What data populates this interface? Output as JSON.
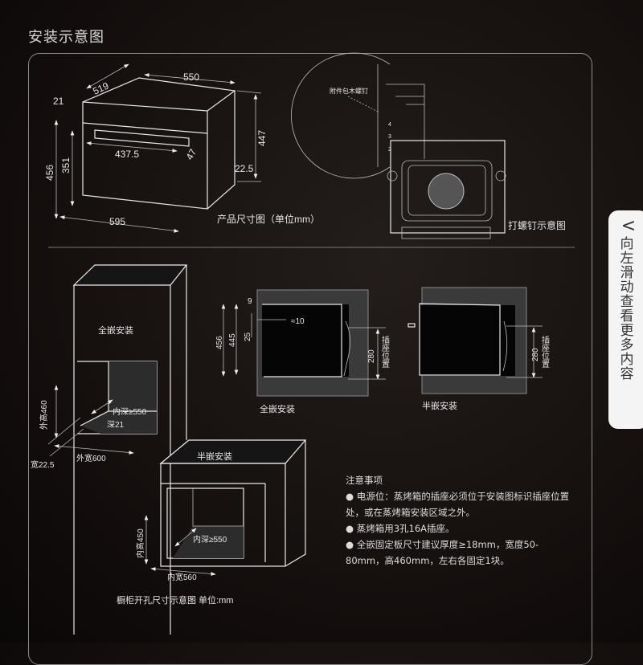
{
  "title": "安装示意图",
  "product_diagram": {
    "caption": "产品尺寸图（单位mm）",
    "dims": {
      "width_top": "550",
      "depth": "519",
      "panel": "21",
      "height_front": "456",
      "door_height": "351",
      "handle_length": "437.5",
      "handle_depth": "47",
      "height_side": "447",
      "offset": "22.5",
      "width_bottom": "595"
    }
  },
  "screw_diagram": {
    "caption": "打螺钉示意图",
    "callout": "附件包木螺钉",
    "levels": [
      "4",
      "3",
      "2"
    ]
  },
  "section": {
    "full": {
      "label": "全嵌安装",
      "dims": [
        "9",
        "456",
        "445",
        "25",
        "≈10",
        "280"
      ],
      "socket": "插座位置"
    },
    "half": {
      "label": "半嵌安装",
      "dims": [
        "280"
      ],
      "socket": "插座位置"
    }
  },
  "cabinet": {
    "full_label": "全嵌安装",
    "outer_height": "外高460",
    "inner_depth": "内深≥550",
    "depth21": "深21",
    "outer_width": "外宽600",
    "width22": "宽22.5",
    "half_label": "半嵌安装",
    "inner_height": "内高450",
    "inner_depth2": "内深≥550",
    "inner_width": "内宽560",
    "caption": "橱柜开孔尺寸示意图 单位:mm"
  },
  "notes": {
    "heading": "注意事项",
    "items": [
      "● 电源位：蒸烤箱的插座必须位于安装图标识插座位置处，或在蒸烤箱安装区域之外。",
      "● 蒸烤箱用3孔16A插座。",
      "● 全嵌固定板尺寸建议厚度≥18mm，宽度50-80mm，高460mm，左右各固定1块。"
    ]
  },
  "side_tab": {
    "arrow": "<",
    "text": "向左滑动查看更多内容"
  }
}
